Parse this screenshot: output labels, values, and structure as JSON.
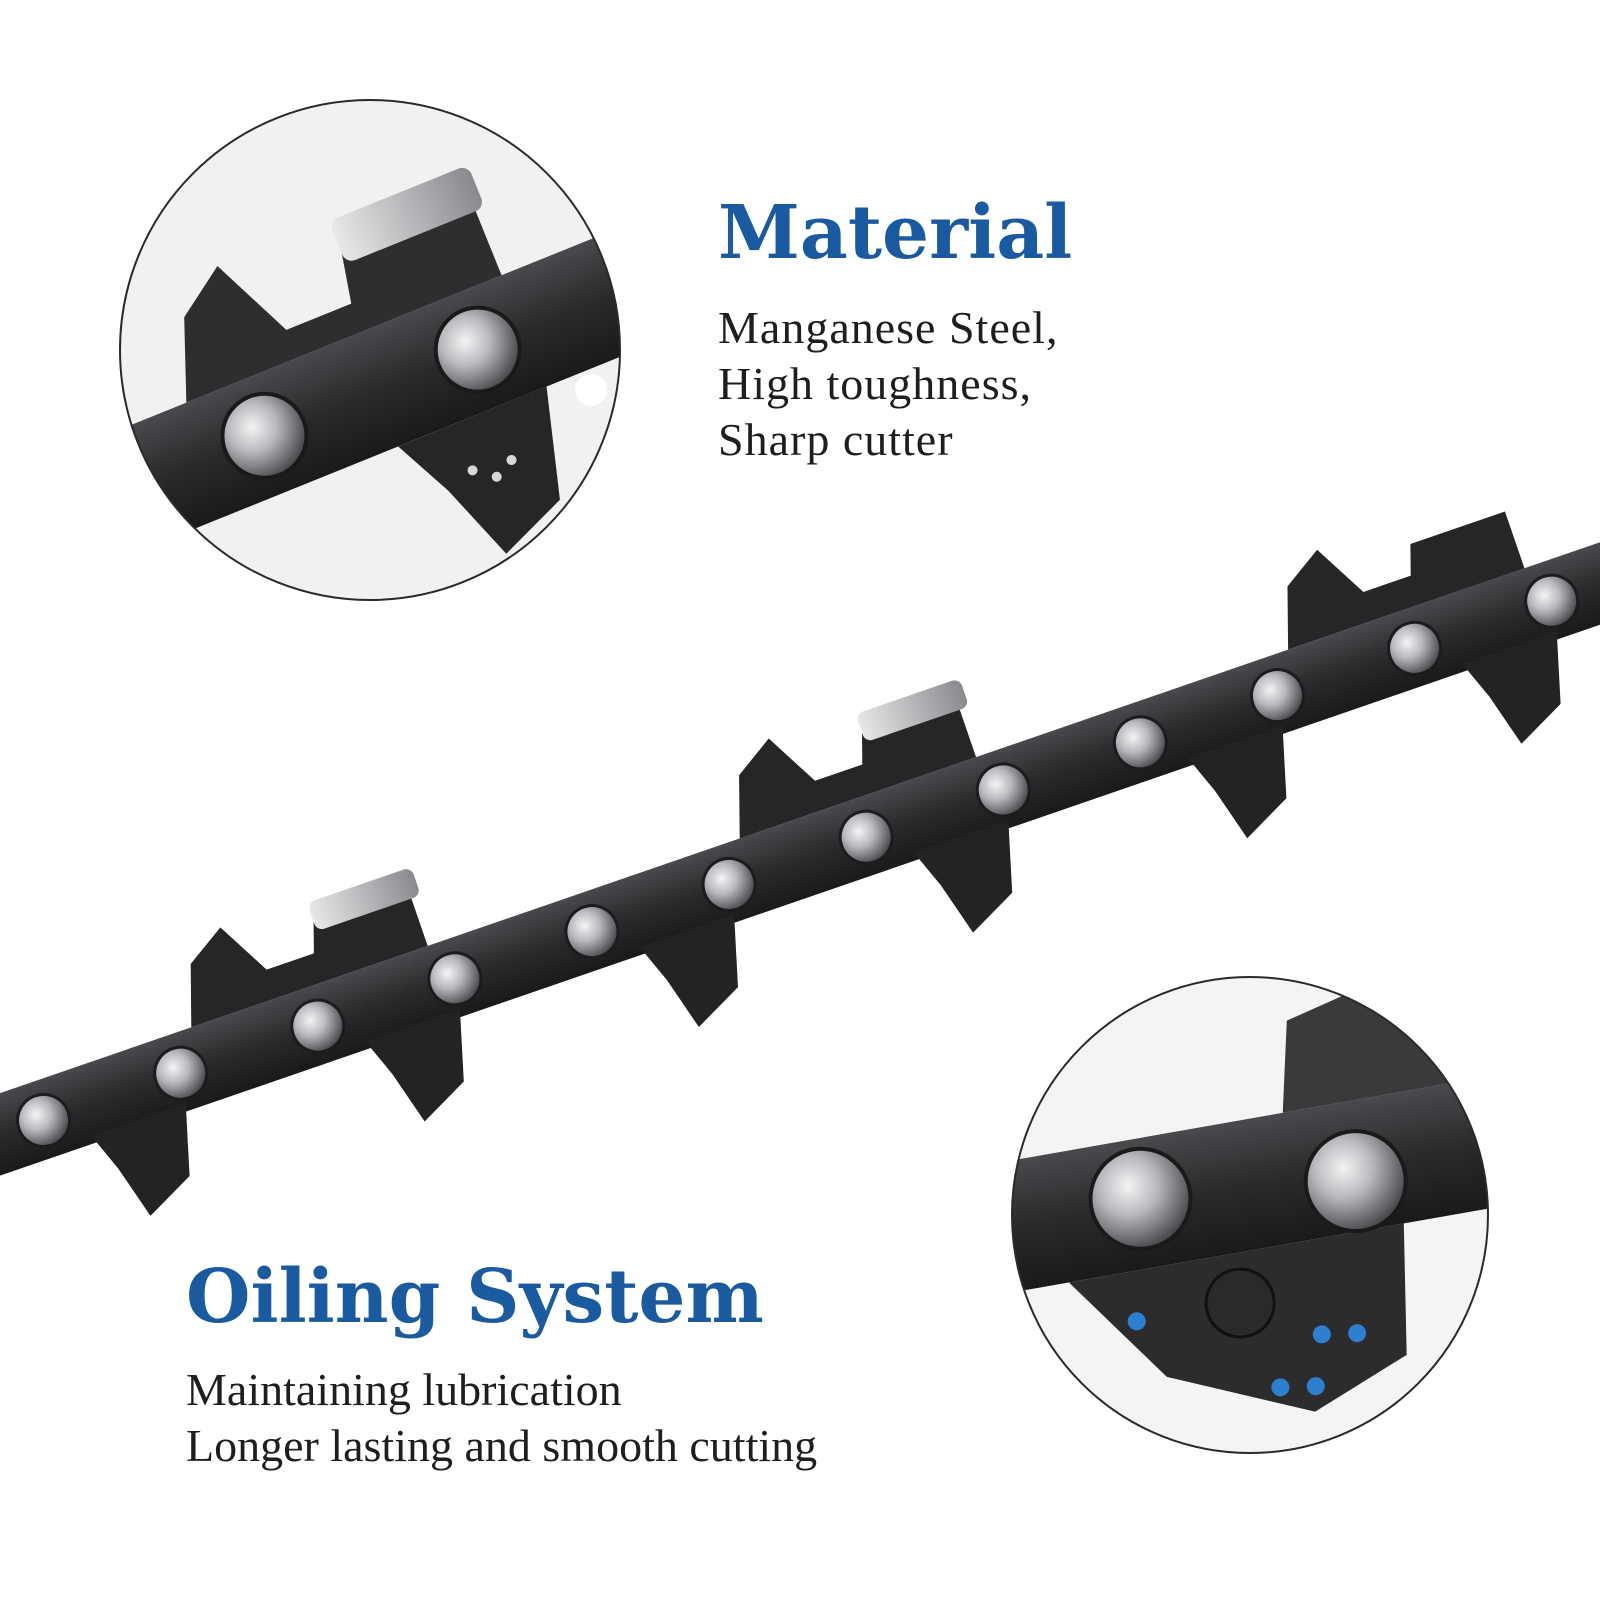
{
  "material": {
    "title": "Material",
    "lines": [
      "Manganese Steel,",
      "High toughness,",
      "Sharp cutter"
    ]
  },
  "oiling": {
    "title": "Oiling System",
    "lines": [
      "Maintaining lubrication",
      "Longer lasting and smooth cutting"
    ]
  },
  "colors": {
    "heading": "#1a5aa0",
    "body": "#1e1e1e",
    "chain_dark": "#2b2b2d",
    "chain_rivet": "#c9c9cc",
    "oil_dots": "#2f7fd0"
  }
}
